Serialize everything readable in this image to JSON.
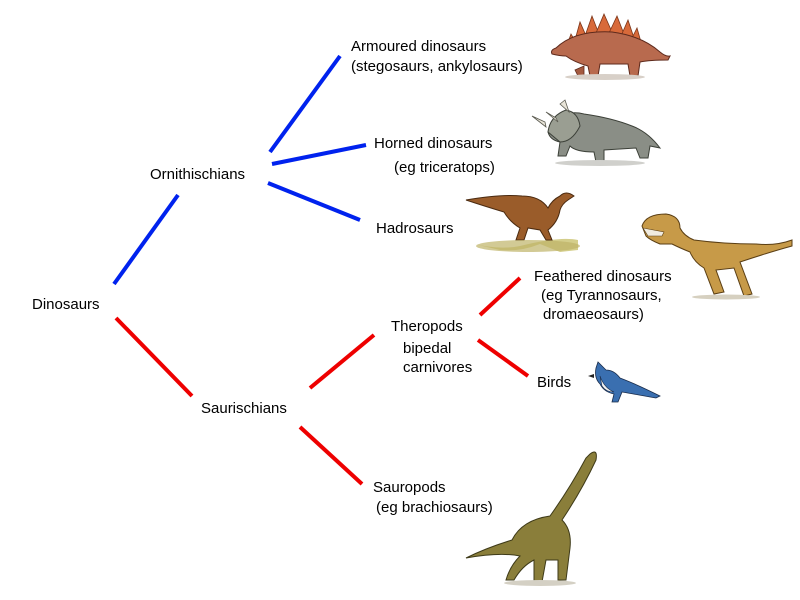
{
  "colors": {
    "ornithischian_branch": "#0022ee",
    "saurischian_branch": "#ee0000",
    "background": "#ffffff"
  },
  "labels": {
    "dinosaurs": "Dinosaurs",
    "ornithischians": "Ornithischians",
    "saurischians": "Saurischians",
    "armoured": "Armoured dinosaurs",
    "armoured_examples": "(stegosaurs, ankylosaurs)",
    "horned": "Horned dinosaurs",
    "horned_examples": "(eg triceratops)",
    "hadrosaurs": "Hadrosaurs",
    "theropods": "Theropods",
    "theropods_desc_1": "bipedal",
    "theropods_desc_2": "carnivores",
    "feathered": "Feathered dinosaurs",
    "feathered_examples_1": "(eg Tyrannosaurs,",
    "feathered_examples_2": "dromaeosaurs)",
    "birds": "Birds",
    "sauropods": "Sauropods",
    "sauropods_examples": "(eg brachiosaurs)"
  },
  "illustrations": [
    "stegosaurus-illustration",
    "triceratops-illustration",
    "hadrosaur-illustration",
    "tyrannosaurus-illustration",
    "blue-jay-illustration",
    "brachiosaurus-illustration"
  ]
}
